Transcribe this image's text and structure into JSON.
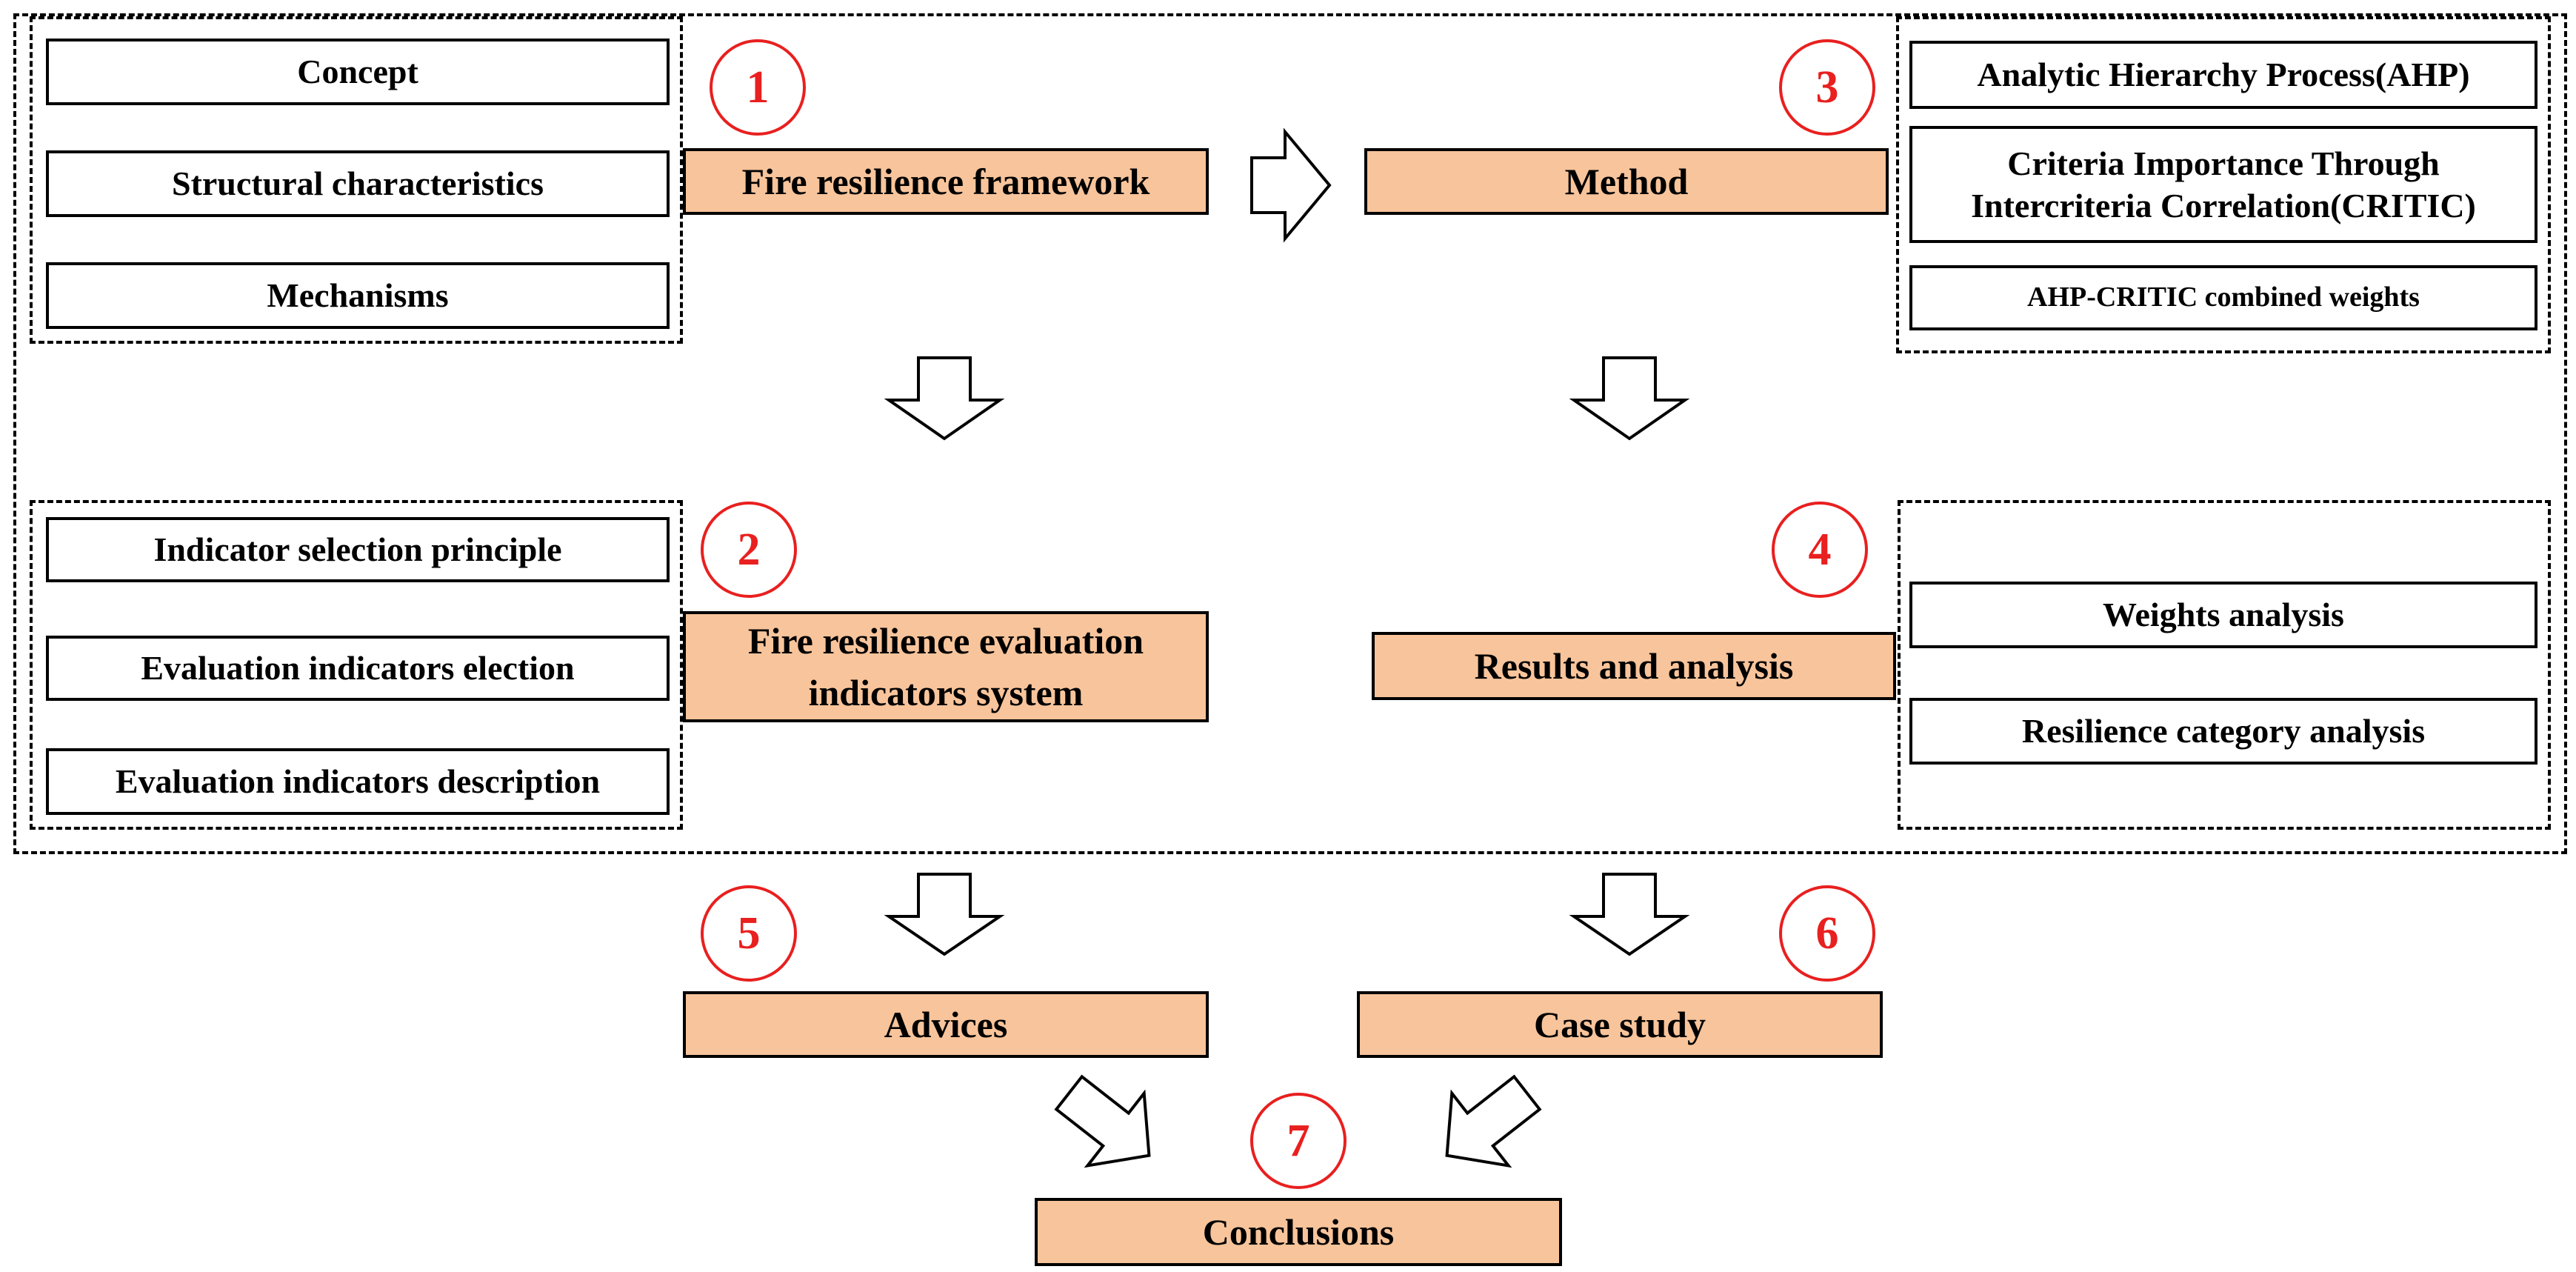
{
  "steps": {
    "s1": {
      "number": "1",
      "title": "Fire resilience framework",
      "items": [
        "Concept",
        "Structural characteristics",
        "Mechanisms"
      ]
    },
    "s2": {
      "number": "2",
      "title_line1": "Fire resilience evaluation",
      "title_line2": "indicators system",
      "items": [
        "Indicator selection principle",
        "Evaluation indicators election",
        "Evaluation indicators description"
      ]
    },
    "s3": {
      "number": "3",
      "title": "Method",
      "items": [
        "Analytic Hierarchy Process(AHP)",
        "Criteria Importance Through",
        "Intercriteria Correlation(CRITIC)",
        "AHP-CRITIC combined weights"
      ]
    },
    "s4": {
      "number": "4",
      "title": "Results and analysis",
      "items": [
        "Weights analysis",
        "Resilience category analysis"
      ]
    },
    "s5": {
      "number": "5",
      "title": "Advices"
    },
    "s6": {
      "number": "6",
      "title": "Case study"
    },
    "s7": {
      "number": "7",
      "title": "Conclusions"
    }
  },
  "colors": {
    "box_fill": "#F8C49B",
    "number_red": "#E8201F",
    "line": "#000000"
  }
}
